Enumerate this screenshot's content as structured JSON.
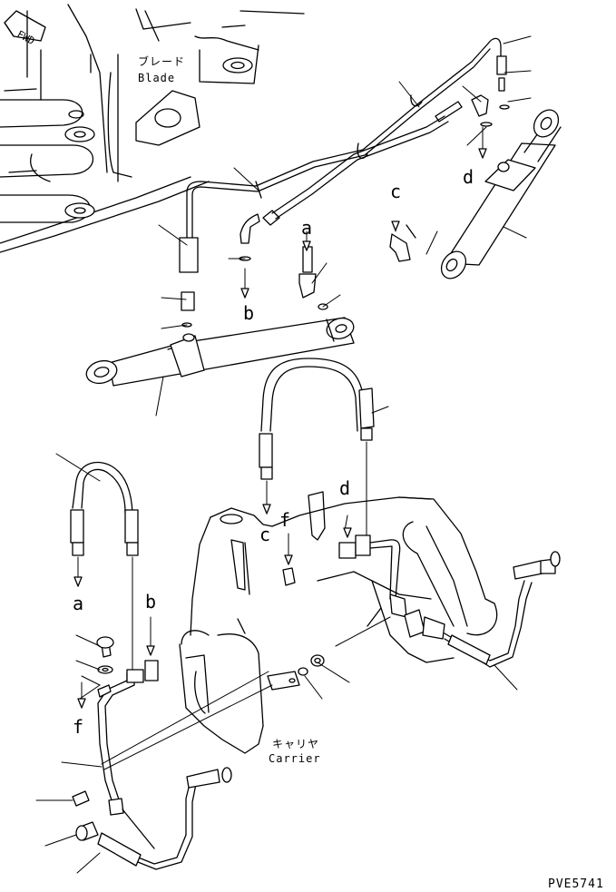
{
  "callouts": {
    "a": "a",
    "b": "b",
    "c": "c",
    "d": "d",
    "f": "f"
  },
  "blade": {
    "jp": "ブレード",
    "en": "Blade"
  },
  "carrier": {
    "jp": "キャリヤ",
    "en": "Carrier"
  },
  "fwd": "FWD",
  "drawing_code": "PVE5741"
}
